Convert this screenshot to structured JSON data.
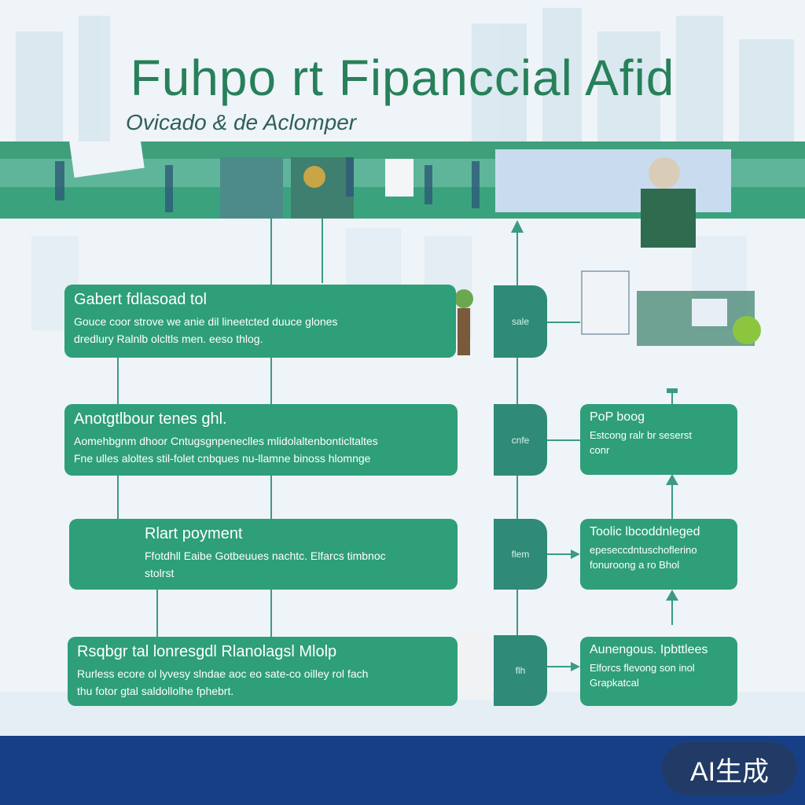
{
  "title": "Fuhpo rt Fipanccial Afid",
  "subtitle": "Ovicado & de Aclomper",
  "colors": {
    "primary": "#2e9f78",
    "node": "#2f8a78",
    "title": "#27805a",
    "footer": "#163f86"
  },
  "left_boxes": [
    {
      "heading": "Gabert fdlasoad tol",
      "lines": [
        "Gouce coor strove we anie dil lineetcted duuce glones",
        "dredlury Ralnlb   olcltls  men.   eeso thlog."
      ]
    },
    {
      "heading": "Anotgtlbour tenes ghl.",
      "lines": [
        "Aomehbgnm dhoor Cntugsgnpeneclles mlidolaltenbonticltaltes",
        "Fne ulles aloltes stil-folet cnbques   nu-llamne binoss hlomnge"
      ]
    },
    {
      "heading": "Rlart poyment",
      "lines": [
        "Ffotdhll  Eaibe Gotbeuues  nachtc. Elfarcs timbnoc",
        "stolrst"
      ]
    },
    {
      "heading": "Rsqbgr tal lonresgdl Rlanolagsl Mlolp",
      "lines": [
        "Rurless ecore ol lyvesy slndae aoc eo sate-co oilley rol fach",
        "thu fotor gtal saldollolhe fphebrt."
      ]
    }
  ],
  "node_labels": [
    "sale",
    "cnfe",
    "flem",
    "flh"
  ],
  "right_boxes": [
    {
      "heading": "PoP boog",
      "lines": [
        "Estcong ralr br seserst",
        "conr"
      ]
    },
    {
      "heading": "Toolic lbcoddnleged",
      "lines": [
        "epeseccdntuschoflerino",
        "fonuroong a ro Bhol"
      ]
    },
    {
      "heading": "Aunengous. Ipbttlees",
      "lines": [
        "Elforcs flevong son inol",
        "Grapkatcal"
      ]
    }
  ],
  "badge": "AI生成"
}
